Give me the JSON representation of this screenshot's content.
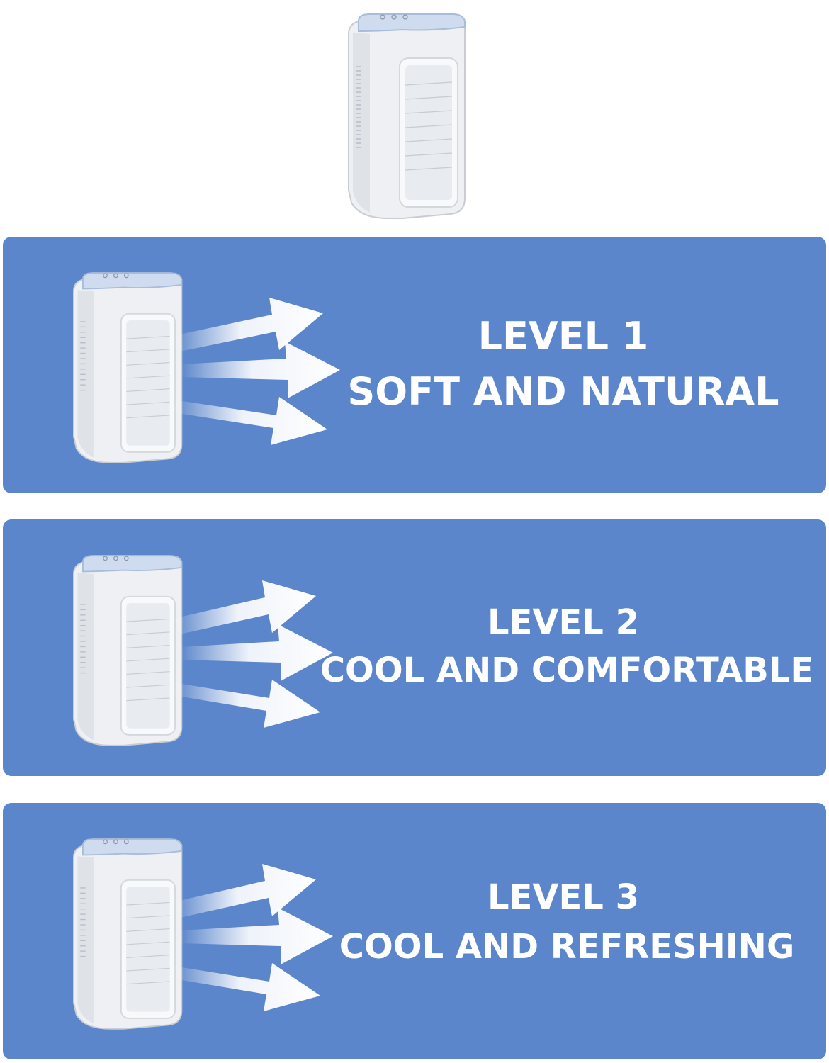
{
  "panels": [
    {
      "level": "LEVEL 1",
      "description": "SOFT AND NATURAL"
    },
    {
      "level": "LEVEL 2",
      "description": "COOL AND COMFORTABLE"
    },
    {
      "level": "LEVEL 3",
      "description": "COOL AND REFRESHING"
    }
  ],
  "colors": {
    "panel_blue": "#5b86cb",
    "device_white": "#f3f4f6",
    "lid_blue": "#cfdcef"
  },
  "icons": [
    "air-cooler-icon",
    "airflow-arrow-icon"
  ]
}
